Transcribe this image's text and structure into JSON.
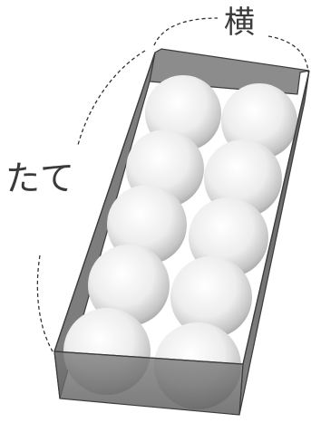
{
  "labels": {
    "width_label": "横",
    "length_label": "たて"
  },
  "carton": {
    "ball_count": 10,
    "rows": 5,
    "columns": 2
  },
  "colors": {
    "box_fill": "#6f6f6f",
    "box_edge": "#3c3c3c",
    "ball_light": "#ffffff",
    "ball_dark": "#a9a9a9",
    "dashed": "#333333"
  }
}
